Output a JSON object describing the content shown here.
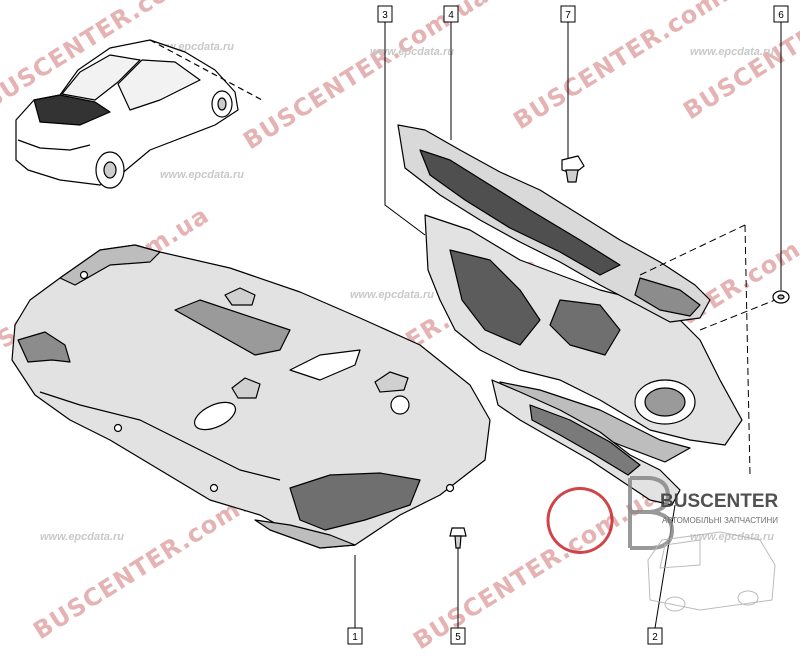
{
  "watermarks": {
    "brand_red": "BUSCENTER.com.ua",
    "brand_red_alt": "BUSCENTER",
    "site_grey": "www.epcdata.ru"
  },
  "callouts": [
    {
      "id": "callout-1",
      "number": "1"
    },
    {
      "id": "callout-2",
      "number": "2"
    },
    {
      "id": "callout-3",
      "number": "3"
    },
    {
      "id": "callout-4",
      "number": "4"
    },
    {
      "id": "callout-5",
      "number": "5"
    },
    {
      "id": "callout-6",
      "number": "6"
    },
    {
      "id": "callout-7",
      "number": "7"
    }
  ],
  "logo": {
    "title": "BUSCENTER",
    "subtitle": "АВТОМОБІЛЬНІ ЗАПЧАСТИНИ"
  },
  "colors": {
    "line": "#000000",
    "part_fill": "#e2e2e2",
    "part_dark": "#7a7a7a",
    "watermark_red": "#e5b3b3",
    "watermark_grey": "#c9c9c9",
    "logo_red": "#c8242b"
  }
}
